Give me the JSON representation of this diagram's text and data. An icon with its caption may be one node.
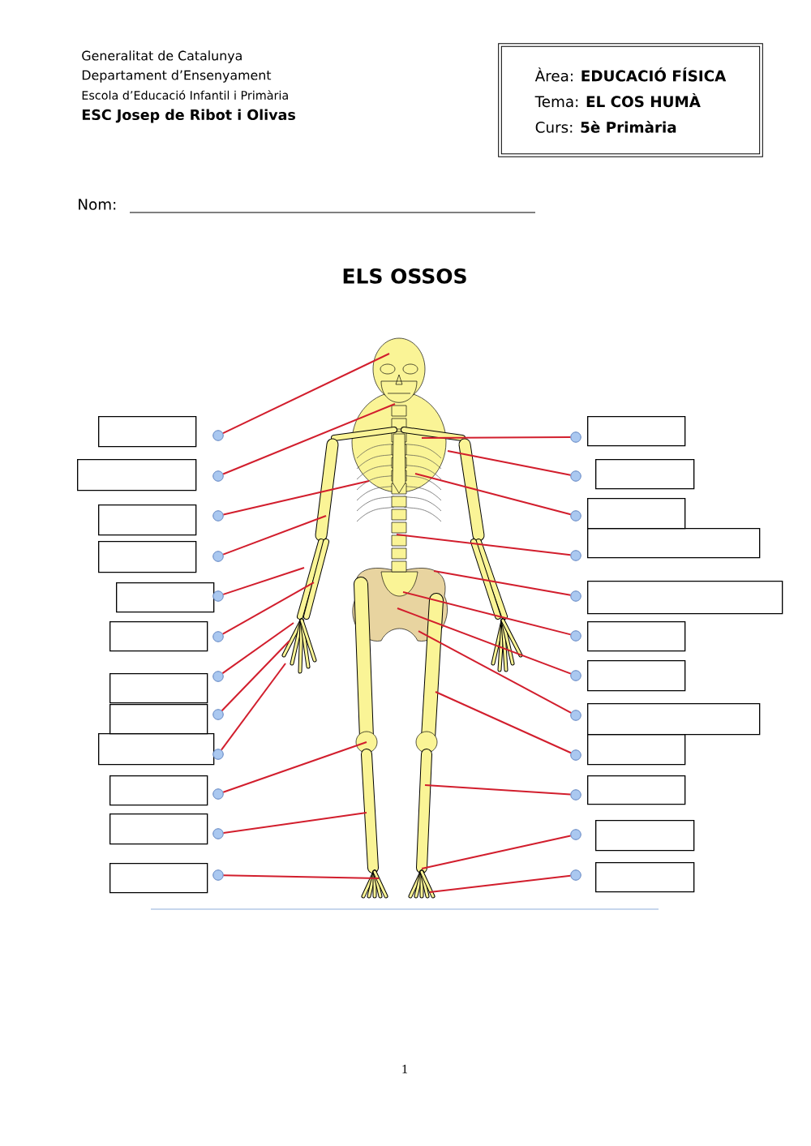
{
  "diagram": {
    "title": "ELS OSSOS",
    "nodes": [
      {
        "text": [
          "Àrea: **EDUCACIÓ FÍSICA**",
          "Tema: **EL COS HUMÀ**",
          "Curs: **5è Primària**"
        ]
      },
      {
        "text": [],
        "shape": "box"
      },
      {
        "text": [],
        "shape": "box"
      },
      {
        "text": [],
        "shape": "box"
      },
      {
        "text": [],
        "shape": "box"
      },
      {
        "text": [],
        "shape": "box"
      },
      {
        "text": [],
        "shape": "box"
      },
      {
        "text": [],
        "shape": "box"
      },
      {
        "text": [],
        "shape": "box"
      },
      {
        "text": [],
        "shape": "box"
      },
      {
        "text": [],
        "shape": "box"
      },
      {
        "text": [],
        "shape": "box"
      },
      {
        "text": [],
        "shape": "box"
      },
      {
        "text": [],
        "shape": "circle"
      },
      {
        "text": [],
        "shape": "circle"
      },
      {
        "text": [],
        "shape": "circle"
      },
      {
        "text": [],
        "shape": "circle"
      },
      {
        "text": [],
        "shape": "circle"
      },
      {
        "text": [],
        "shape": "circle"
      },
      {
        "text": [],
        "shape": "circle"
      },
      {
        "text": [],
        "shape": "circle"
      },
      {
        "text": [],
        "shape": "circle"
      },
      {
        "text": [],
        "shape": "circle"
      },
      {
        "text": [],
        "shape": "circle"
      },
      {
        "text": [],
        "shape": "circle"
      },
      {
        "text": [],
        "shape": "circle"
      },
      {
        "text": [],
        "shape": "circle"
      },
      {
        "text": [],
        "shape": "circle"
      },
      {
        "text": [],
        "shape": "circle"
      },
      {
        "text": [],
        "shape": "circle"
      },
      {
        "text": [],
        "shape": "circle"
      },
      {
        "text": [],
        "shape": "circle"
      },
      {
        "text": [],
        "shape": "circle"
      },
      {
        "text": [],
        "shape": "circle"
      },
      {
        "text": [],
        "shape": "circle"
      },
      {
        "text": [],
        "shape": "circle"
      },
      {
        "text": [],
        "shape": "circle"
      },
      {
        "text": [],
        "shape": "box"
      },
      {
        "text": [],
        "shape": "box"
      },
      {
        "text": [],
        "shape": "box"
      },
      {
        "text": [],
        "shape": "box"
      },
      {
        "text": [],
        "shape": "box"
      },
      {
        "text": [],
        "shape": "box"
      },
      {
        "text": [],
        "shape": "box"
      },
      {
        "text": [],
        "shape": "box"
      },
      {
        "text": [],
        "shape": "box"
      },
      {
        "text": [],
        "shape": "box"
      },
      {
        "text": [],
        "shape": "box"
      },
      {
        "text": [],
        "shape": "box"
      }
    ],
    "edges": [
      {
        "from": 13,
        "to": null,
        "arrow": "none"
      },
      {
        "from": 14,
        "to": null,
        "arrow": "none"
      },
      {
        "from": 15,
        "to": null,
        "arrow": "none"
      },
      {
        "from": 16,
        "to": null,
        "arrow": "none"
      },
      {
        "from": 17,
        "to": null,
        "arrow": "none"
      },
      {
        "from": 18,
        "to": null,
        "arrow": "none"
      },
      {
        "from": 19,
        "to": null,
        "arrow": "none"
      },
      {
        "from": 20,
        "to": null,
        "arrow": "none"
      },
      {
        "from": 21,
        "to": null,
        "arrow": "none"
      },
      {
        "from": 22,
        "to": null,
        "arrow": "none"
      },
      {
        "from": 23,
        "to": null,
        "arrow": "none"
      },
      {
        "from": 24,
        "to": null,
        "arrow": "none"
      },
      {
        "from": 25,
        "to": null,
        "arrow": "none"
      },
      {
        "from": 26,
        "to": null,
        "arrow": "none"
      },
      {
        "from": 27,
        "to": null,
        "arrow": "none"
      },
      {
        "from": 28,
        "to": null,
        "arrow": "none"
      },
      {
        "from": 29,
        "to": null,
        "arrow": "none"
      },
      {
        "from": 30,
        "to": null,
        "arrow": "none"
      },
      {
        "from": 31,
        "to": null,
        "arrow": "none"
      },
      {
        "from": 32,
        "to": null,
        "arrow": "none"
      },
      {
        "from": 33,
        "to": null,
        "arrow": "none"
      },
      {
        "from": 34,
        "to": null,
        "arrow": "none"
      },
      {
        "from": 35,
        "to": null,
        "arrow": "none"
      },
      {
        "from": 36,
        "to": null,
        "arrow": "none"
      }
    ],
    "labels": [
      "Generalitat de Catalunya",
      "Departament d’Ensenyament",
      "Escola d’Educació Infantil i Primària",
      "ESC Josep de Ribot i Olivas",
      "Nom:",
      "1"
    ]
  }
}
